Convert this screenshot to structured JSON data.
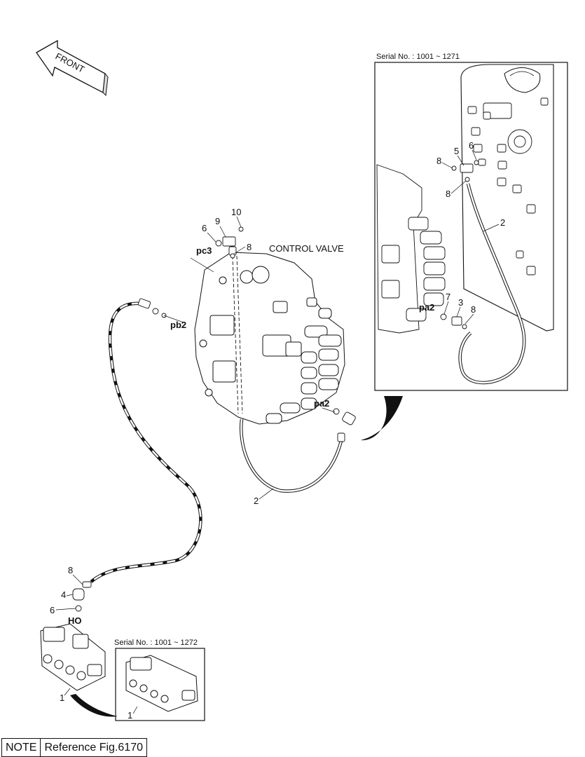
{
  "front_arrow": {
    "label": "FRONT",
    "icon": "front-arrow-icon"
  },
  "control_valve": {
    "title": "CONTROL VALVE"
  },
  "ports": {
    "pc3": "pc3",
    "pb2": "pb2",
    "pa2": "pa2",
    "ho": "HO",
    "pa2_inset": "pa2"
  },
  "callouts": {
    "c10": "10",
    "c9": "9",
    "c6_top": "6",
    "c8_top": "8",
    "c2_main": "2",
    "c8_lower": "8",
    "c4": "4",
    "c6_lower": "6",
    "c1_main": "1",
    "inset_c8a": "8",
    "inset_c5": "5",
    "inset_c6": "6",
    "inset_c8b": "8",
    "inset_c2": "2",
    "inset_c7": "7",
    "inset_c3": "3",
    "inset_c8c": "8",
    "inset_c1": "1"
  },
  "insets": {
    "upper_serial": "Serial No. : 1001 ~ 1271",
    "lower_serial": "Serial No. : 1001 ~ 1272"
  },
  "note": {
    "label": "NOTE",
    "reference": "Reference Fig.6170"
  }
}
